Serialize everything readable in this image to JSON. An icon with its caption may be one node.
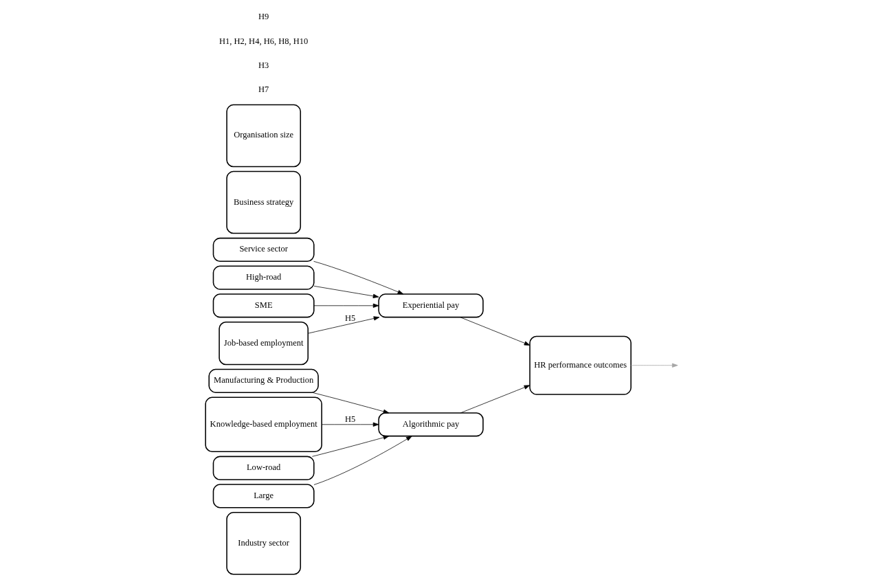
{
  "diagram": {
    "nodes": [
      {
        "text": [
          "Industry sector"
        ]
      },
      {
        "text": [
          "Manufacturing & Production"
        ]
      },
      {
        "text": [
          "Service sector"
        ]
      },
      {
        "text": [
          "Business strategy"
        ]
      },
      {
        "text": [
          "Low-road"
        ]
      },
      {
        "text": [
          "High-road"
        ]
      },
      {
        "text": [
          "Organisation size"
        ]
      },
      {
        "text": [
          "Large"
        ]
      },
      {
        "text": [
          "SME"
        ]
      },
      {
        "text": [
          "Knowledge-based employment"
        ]
      },
      {
        "text": [
          "Algorithmic pay"
        ]
      },
      {
        "text": [
          "Experiential pay"
        ]
      },
      {
        "text": [
          "Job-based employment"
        ]
      },
      {
        "text": [
          "HR performance outcomes"
        ]
      }
    ],
    "edges": [
      {
        "from": 1,
        "to": 10,
        "arrow": "to"
      },
      {
        "from": 2,
        "to": 11,
        "arrow": "to"
      },
      {
        "from": 4,
        "to": 10,
        "arrow": "to"
      },
      {
        "from": 5,
        "to": 11,
        "arrow": "to"
      },
      {
        "from": 7,
        "to": 10,
        "arrow": "to"
      },
      {
        "from": 8,
        "to": 11,
        "arrow": "to"
      },
      {
        "from": 9,
        "to": 10,
        "arrow": "to",
        "label": "H5"
      },
      {
        "from": 12,
        "to": 11,
        "arrow": "to",
        "label": "H5"
      },
      {
        "from": 10,
        "to": 13,
        "arrow": "to"
      },
      {
        "from": 11,
        "to": 13,
        "arrow": "to"
      },
      {
        "from": 13,
        "to": null,
        "arrow": "to",
        "color": "#a6a6a6"
      }
    ],
    "labels": [
      "H7",
      "H3",
      "H1, H2, H4, H6, H8, H10",
      "H9"
    ]
  }
}
